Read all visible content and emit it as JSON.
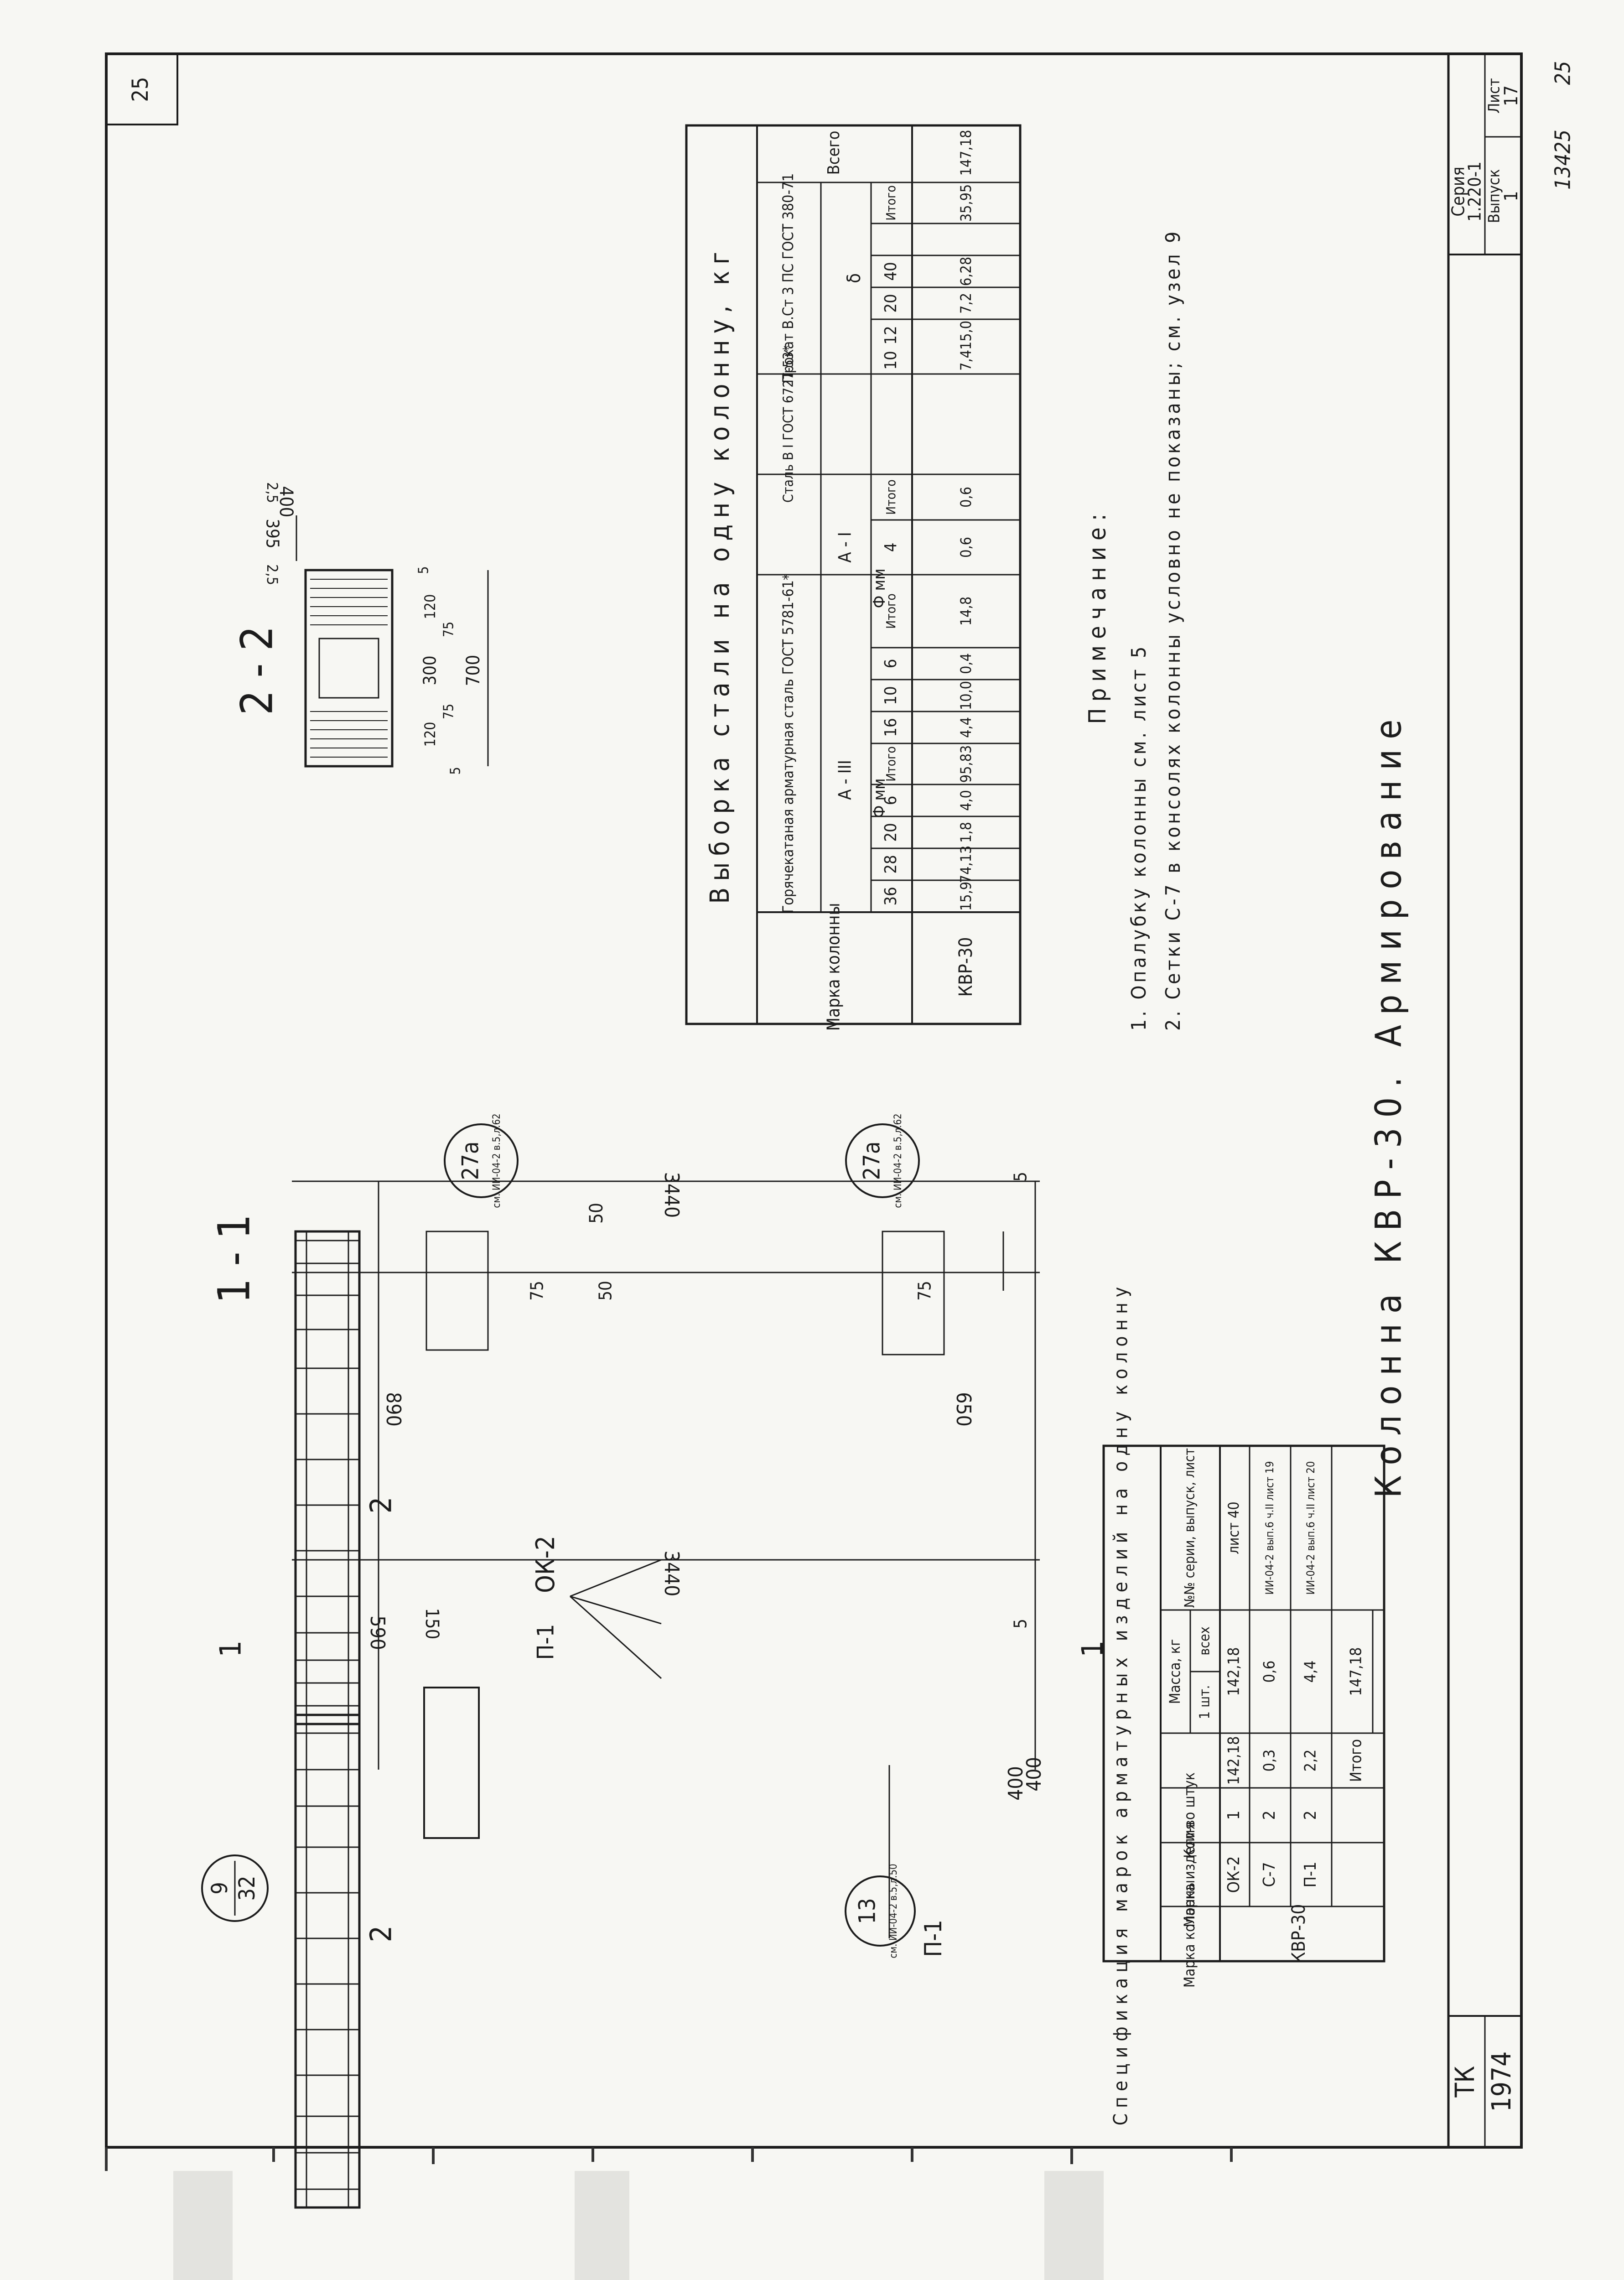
{
  "sheet": {
    "page_number": "25",
    "org": "ТК",
    "year": "1974",
    "title": "Колонна КВР-30. Армирование",
    "series_label": "Серия",
    "series": "1.220-1",
    "issue_label": "Выпуск",
    "issue": "1",
    "sheet_label": "Лист",
    "sheet_no": "17",
    "archive_no": "13425",
    "archive_page": "25"
  },
  "section_11": {
    "label": "1 - 1",
    "dim_total": "3440",
    "dim_top": "890",
    "dim_bottom": "650",
    "dim_width": "400",
    "dim_side": "50",
    "dim_gap_a": "75",
    "dim_gap_b": "50",
    "dim_gap_c": "75",
    "dim_5": "5",
    "callout_top": "27а",
    "callout_top_ref": "см. ИИ-04-2 в.5,л.62",
    "callout_bottom": "27а",
    "callout_bottom_ref": "см. ИИ-04-2 в.5,л.62"
  },
  "elevation": {
    "dim_total": "3440",
    "dim_top": "590",
    "dim_150": "150",
    "dim_width": "400",
    "dim_5": "5",
    "cut_1": "1",
    "cut_2": "2",
    "label_p1_top": "П-1",
    "label_ok2": "ОК-2",
    "label_p1_bottom": "П-1",
    "node_num": "9",
    "node_sheet": "32",
    "callout": "13",
    "callout_ref": "см. ИИ-04-2 в.5,л.50"
  },
  "section_22": {
    "label": "2 - 2",
    "d_400": "400",
    "d_395": "395",
    "d_25a": "2,5",
    "d_25b": "2,5",
    "d_700": "700",
    "d_300": "300",
    "d_120a": "120",
    "d_120b": "120",
    "d_75a": "75",
    "d_75b": "75",
    "d_5a": "5",
    "d_5b": "5"
  },
  "steel_table": {
    "title": "Выборка стали на одну колонну, кг",
    "col_mark": "Марка колонны",
    "hot_rolled": "Горячекатаная арматурная сталь ГОСТ 5781-61*",
    "a3": "А - III",
    "a1": "А - I",
    "phi_mm": "Ф мм",
    "itogo": "Итого",
    "steel_v1": "Сталь В I ГОСТ 6727-53*",
    "phi_mm_short": "Ф мм",
    "prokat": "Прокат В.Ст 3 ПС ГОСТ 380-71",
    "delta": "δ",
    "vsego": "Всего",
    "diam_headers": [
      "36",
      "28",
      "20",
      "6",
      "Итого",
      "16",
      "10",
      "6",
      "Итого",
      "4",
      "Итого",
      "10",
      "12",
      "20",
      "40",
      "Итого"
    ],
    "row_mark": "КВР-30",
    "row_values": [
      "15,9",
      "74,13",
      "1,8",
      "4,0",
      "95,83",
      "4,4",
      "10,0",
      "0,4",
      "14,8",
      "0,6",
      "0,6",
      "7,4",
      "15,0",
      "7,2",
      "6,28",
      "35,95",
      "147,18"
    ]
  },
  "notes": {
    "heading": "Примечание:",
    "items": [
      "1. Опалубку колонны см. лист 5",
      "2. Сетки С-7 в консолях колонны условно не показаны; см. узел 9"
    ]
  },
  "spec_table": {
    "title": "Спецификация марок арматурных изделий на одну колонну",
    "h_col_mark": "Марка колонны",
    "h_item_mark": "Марка изделия",
    "h_qty": "Кол-во штук",
    "h_mass": "Масса, кг",
    "h_mass_1": "1 шт.",
    "h_mass_all": "всех",
    "h_series": "№№ серии, выпуск, лист",
    "col_mark": "КВР-30",
    "rows": [
      {
        "item": "ОК-2",
        "qty": "1",
        "m1": "142,18",
        "mall": "142,18",
        "ref": "лист 40"
      },
      {
        "item": "С-7",
        "qty": "2",
        "m1": "0,3",
        "mall": "0,6",
        "ref": "ИИ-04-2 вып.6 ч.II лист 19"
      },
      {
        "item": "П-1",
        "qty": "2",
        "m1": "2,2",
        "mall": "4,4",
        "ref": "ИИ-04-2 вып.6 ч.II лист 20"
      }
    ],
    "total_label": "Итого",
    "total_value": "147,18"
  }
}
